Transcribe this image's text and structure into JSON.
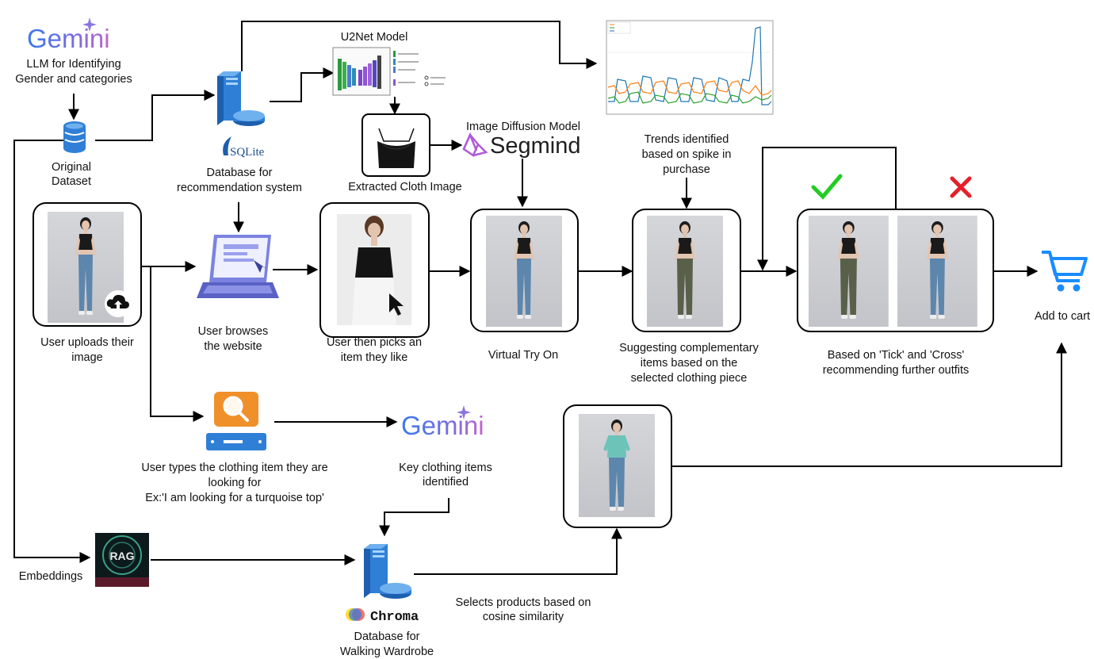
{
  "logos": {
    "gemini_top": "Gemini",
    "gemini_mid": "Gemini",
    "sqlite": "SQLite",
    "segmind": "Segmind",
    "chroma": "Chroma",
    "rag": "RAG"
  },
  "labels": {
    "llm_line1": "LLM for Identifying",
    "llm_line2": "Gender and categories",
    "dataset_line1": "Original",
    "dataset_line2": "Dataset",
    "u2net": "U2Net Model",
    "db_rec_line1": "Database for",
    "db_rec_line2": "recommendation system",
    "extracted": "Extracted Cloth Image",
    "diffusion": "Image Diffusion Model",
    "trends_line1": "Trends identified",
    "trends_line2": "based on spike in",
    "trends_line3": "purchase",
    "upload_line1": "User uploads their",
    "upload_line2": "image",
    "browse_line1": "User browses",
    "browse_line2": "the website",
    "pick_line1": "User then picks an",
    "pick_line2": "item they like",
    "tryon": "Virtual Try On",
    "suggest_line1": "Suggesting complementary",
    "suggest_line2": "items based on the",
    "suggest_line3": "selected clothing piece",
    "tick_line1": "Based on 'Tick' and 'Cross'",
    "tick_line2": "recommending further outfits",
    "cart": "Add to cart",
    "search_line1": "User types the clothing item they are",
    "search_line2": "looking for",
    "search_line3": "Ex:'I am looking for a turquoise top'",
    "key_line1": "Key clothing items",
    "key_line2": "identified",
    "embeddings": "Embeddings",
    "cosine_line1": "Selects products based on",
    "cosine_line2": "cosine similarity",
    "chroma_db_line1": "Database for",
    "chroma_db_line2": "Walking Wardrobe"
  },
  "colors": {
    "server": "#2f7fd6",
    "laptop": "#7b82e0",
    "search": "#f0902a",
    "cart": "#1a8cff",
    "tick": "#22cc22",
    "cross": "#e5202a",
    "jeans": "#5d86ad",
    "green_pants": "#59604a",
    "turquoise": "#6cc4b8"
  }
}
